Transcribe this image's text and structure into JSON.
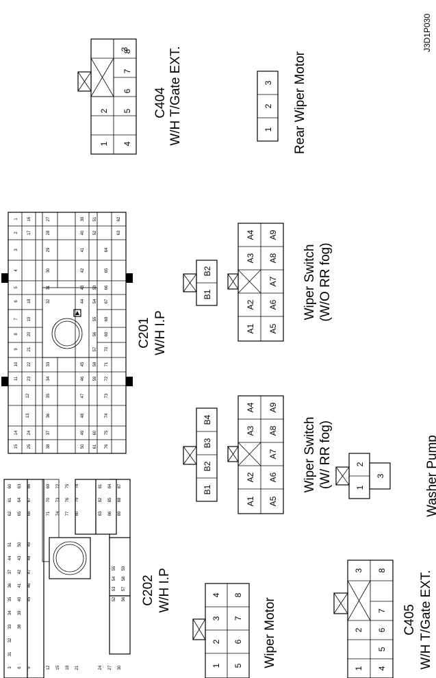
{
  "figure_code": "J3D1P030",
  "labels": {
    "c404": "C404",
    "c404_sub": "W/H T/Gate EXT.",
    "rear_wiper_motor": "Rear Wiper Motor",
    "c201": "C201",
    "c201_sub": "W/H I.P",
    "wiper_switch_wo": "Wiper Switch",
    "wiper_switch_wo_sub": "(W/O RR fog)",
    "wiper_switch_w": "Wiper Switch",
    "wiper_switch_w_sub": "(W/ RR fog)",
    "washer_pump": "Washer Pump",
    "c202": "C202",
    "c202_sub": "W/H I.P",
    "wiper_motor": "Wiper Motor",
    "c405": "C405",
    "c405_sub": "W/H T/Gate EXT."
  },
  "connectors": {
    "c404_pins": [
      "1",
      "2",
      "3",
      "4",
      "5",
      "6",
      "7",
      "8"
    ],
    "rear_wiper_pins": [
      "1",
      "2",
      "3"
    ],
    "b_small_pins": [
      "B1",
      "B2"
    ],
    "b_large_pins": [
      "B1",
      "B2",
      "B3",
      "B4"
    ],
    "switch_pins": [
      "A1",
      "A2",
      "A3",
      "A4",
      "A5",
      "A6",
      "A7",
      "A8",
      "A9"
    ],
    "washer_pins": [
      "1",
      "2",
      "3"
    ],
    "wiper_motor_pins": [
      "1",
      "2",
      "3",
      "4",
      "5",
      "6",
      "7",
      "8"
    ],
    "c405_pins": [
      "1",
      "2",
      "3",
      "4",
      "5",
      "6",
      "7",
      "8"
    ]
  }
}
